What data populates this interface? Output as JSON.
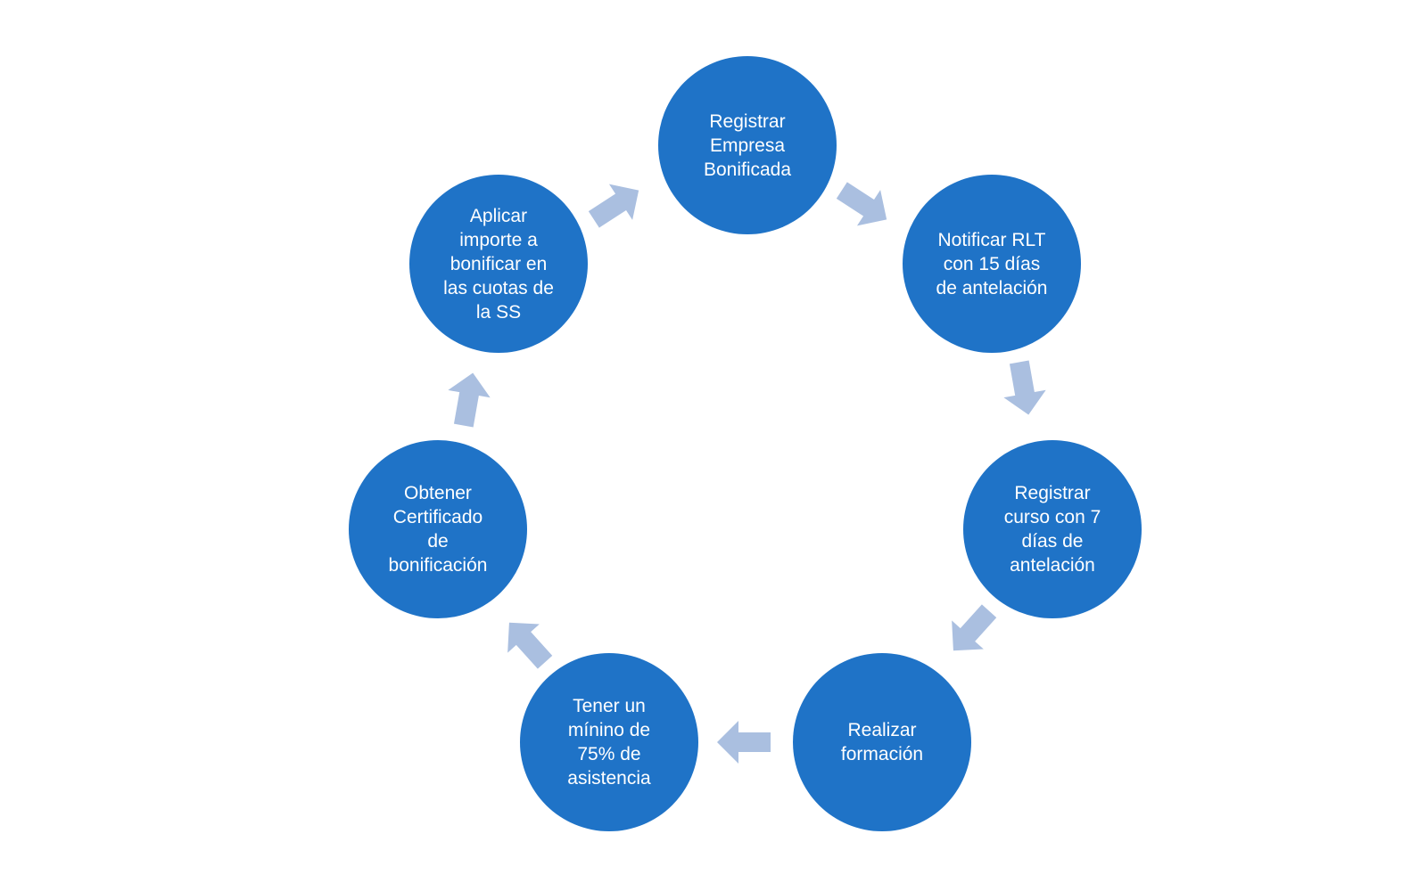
{
  "colors": {
    "node_fill": "#1f73c7",
    "node_text": "#ffffff",
    "arrow_fill": "#aabfe0",
    "background": "#ffffff"
  },
  "diagram": {
    "type": "cycle",
    "steps": [
      {
        "label": "Registrar\nEmpresa\nBonificada"
      },
      {
        "label": "Notificar RLT\ncon 15 días\nde antelación"
      },
      {
        "label": "Registrar\ncurso con 7\ndías de\nantelación"
      },
      {
        "label": "Realizar\nformación"
      },
      {
        "label": "Tener un\nmínino de\n75% de\nasistencia"
      },
      {
        "label": "Obtener\nCertificado\nde\nbonificación"
      },
      {
        "label": "Aplicar\nimporte a\nbonificar en\nlas cuotas de\nla SS"
      }
    ],
    "connectors": [
      {
        "from": 0,
        "to": 1,
        "icon": "arrow-right-icon"
      },
      {
        "from": 1,
        "to": 2,
        "icon": "arrow-right-icon"
      },
      {
        "from": 2,
        "to": 3,
        "icon": "arrow-right-icon"
      },
      {
        "from": 3,
        "to": 4,
        "icon": "arrow-right-icon"
      },
      {
        "from": 4,
        "to": 5,
        "icon": "arrow-right-icon"
      },
      {
        "from": 5,
        "to": 6,
        "icon": "arrow-right-icon"
      },
      {
        "from": 6,
        "to": 0,
        "icon": "arrow-right-icon"
      }
    ]
  }
}
